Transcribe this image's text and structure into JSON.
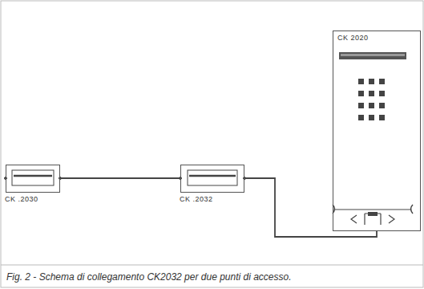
{
  "diagram": {
    "caption": "Fig. 2 - Schema di collegamento CK2032 per due punti di accesso.",
    "nodes": [
      {
        "text": [
          "CK .2030"
        ]
      },
      {
        "text": [
          "CK .2032"
        ]
      },
      {
        "text": [
          "CK 2020"
        ]
      }
    ],
    "edges": [
      {
        "from": 0,
        "to": 1,
        "arrow": "none"
      },
      {
        "from": 1,
        "to": 2,
        "arrow": "none"
      }
    ]
  }
}
